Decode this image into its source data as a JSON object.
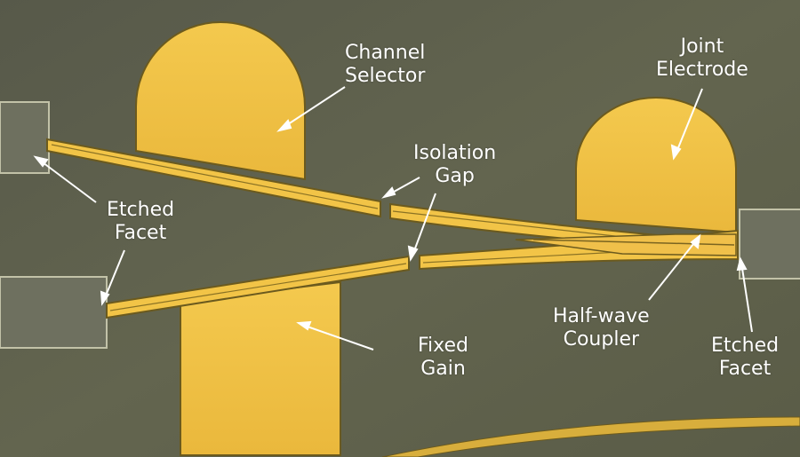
{
  "labels": {
    "channel_selector": {
      "line1": "Channel",
      "line2": "Selector"
    },
    "joint_electrode": {
      "line1": "Joint",
      "line2": "Electrode"
    },
    "isolation_gap": {
      "line1": "Isolation",
      "line2": "Gap"
    },
    "etched_facet_left": {
      "line1": "Etched",
      "line2": "Facet"
    },
    "half_wave_coupler": {
      "line1": "Half-wave",
      "line2": "Coupler"
    },
    "fixed_gain": {
      "line1": "Fixed",
      "line2": "Gain"
    },
    "etched_facet_right": {
      "line1": "Etched",
      "line2": "Facet"
    }
  },
  "colors": {
    "substrate": "#5f604b",
    "gold": "#f2c447",
    "gold_edge": "#7a6420",
    "facet_block": "#6c6e5e",
    "label_text": "#ffffff"
  }
}
